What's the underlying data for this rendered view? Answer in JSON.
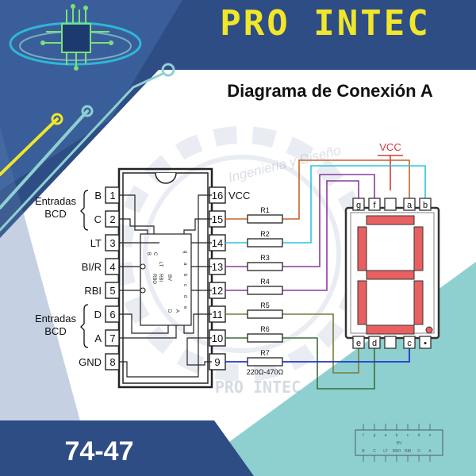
{
  "brand": {
    "name": "PRO INTEC",
    "watermark": "PRO INTEC",
    "watermark_arc": "Ingenieria y Diseño"
  },
  "title": "Diagrama de Conexión A",
  "part_number": "74-47",
  "vcc_label": "VCC",
  "resistor_range": "220Ω-470Ω",
  "group_labels": [
    {
      "line1": "Entradas",
      "line2": "BCD"
    },
    {
      "line1": "Entradas",
      "line2": "BCD"
    }
  ],
  "ic": {
    "left_pins": [
      {
        "num": "1",
        "name": "B"
      },
      {
        "num": "2",
        "name": "C"
      },
      {
        "num": "3",
        "name": "LT"
      },
      {
        "num": "4",
        "name": "BI/R"
      },
      {
        "num": "5",
        "name": "RBI"
      },
      {
        "num": "6",
        "name": "D"
      },
      {
        "num": "7",
        "name": "A"
      },
      {
        "num": "8",
        "name": "GND"
      }
    ],
    "right_pins": [
      {
        "num": "16",
        "name": "VCC"
      },
      {
        "num": "15",
        "name": ""
      },
      {
        "num": "14",
        "name": ""
      },
      {
        "num": "13",
        "name": ""
      },
      {
        "num": "12",
        "name": ""
      },
      {
        "num": "11",
        "name": ""
      },
      {
        "num": "10",
        "name": ""
      },
      {
        "num": "9",
        "name": ""
      }
    ],
    "inner_left": [
      "B",
      "C",
      "LT",
      "RBO",
      "RBI",
      "D",
      "A"
    ],
    "inner_right": [
      "g",
      "a",
      "b",
      "c",
      "d",
      "e"
    ],
    "inner_center": "BV"
  },
  "resistors": [
    "R1",
    "R2",
    "R3",
    "R4",
    "R5",
    "R6",
    "R7"
  ],
  "display": {
    "top_pins": [
      "g",
      "f",
      "",
      "a",
      "b"
    ],
    "bottom_pins": [
      "e",
      "d",
      "",
      "c",
      "•"
    ]
  },
  "mini_ic": {
    "top": [
      "f",
      "g",
      "a",
      "b",
      "c",
      "d",
      "e"
    ],
    "center": "BV",
    "bottom": [
      "B",
      "C",
      "LT",
      "RBO",
      "RBI",
      "D",
      "A"
    ]
  },
  "colors": {
    "brand_yellow": "#f0e62a",
    "navy": "#2f4d85",
    "teal": "#8ed0cf",
    "segment_red": "#e86060",
    "vcc_red": "#d23c3c",
    "wire_orange": "#c8632a",
    "wire_cyan": "#2ec5e0",
    "wire_purple": "#8a3aa0",
    "wire_olive": "#7d7a3b",
    "wire_green": "#3d6e3a",
    "wire_blue": "#2236c8"
  }
}
